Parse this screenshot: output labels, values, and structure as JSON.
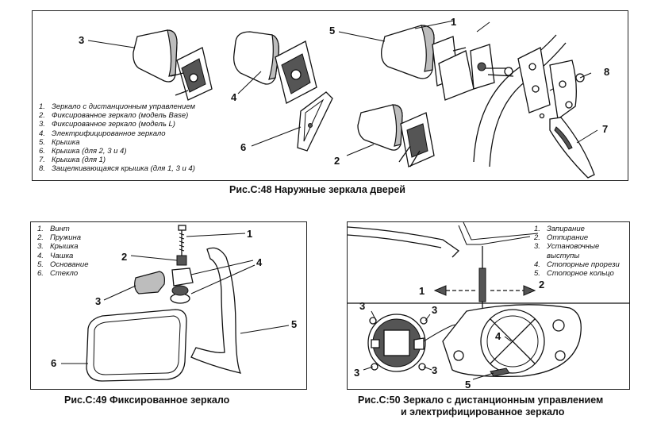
{
  "fig48": {
    "caption": "Рис.С:48 Наружные зеркала дверей",
    "legend": [
      {
        "n": "1.",
        "t": "Зеркало с дистанционным управлением"
      },
      {
        "n": "2.",
        "t": "Фиксированное зеркало (модель Base)"
      },
      {
        "n": "3.",
        "t": "Фиксированное зеркало (модель L)"
      },
      {
        "n": "4.",
        "t": "Электрифицированное зеркало"
      },
      {
        "n": "5.",
        "t": "Крышка"
      },
      {
        "n": "6.",
        "t": "Крышка (для 2, 3 и 4)"
      },
      {
        "n": "7.",
        "t": "Крышка (для 1)"
      },
      {
        "n": "8.",
        "t": "Защелкивающаяся крышка (для 1, 3 и 4)"
      }
    ],
    "callouts": [
      "1",
      "2",
      "3",
      "4",
      "5",
      "6",
      "7",
      "8"
    ]
  },
  "fig49": {
    "caption": "Рис.С:49 Фиксированное зеркало",
    "legend": [
      {
        "n": "1.",
        "t": "Винт"
      },
      {
        "n": "2.",
        "t": "Пружина"
      },
      {
        "n": "3.",
        "t": "Крышка"
      },
      {
        "n": "4.",
        "t": "Чашка"
      },
      {
        "n": "5.",
        "t": "Основание"
      },
      {
        "n": "6.",
        "t": "Стекло"
      }
    ],
    "callouts": [
      "1",
      "2",
      "3",
      "4",
      "5",
      "6"
    ]
  },
  "fig50": {
    "caption_line1": "Рис.С:50 Зеркало с дистанционным управлением",
    "caption_line2": "и электрифицированное зеркало",
    "legend": [
      {
        "n": "1.",
        "t": "Запирание"
      },
      {
        "n": "2.",
        "t": "Отпирание"
      },
      {
        "n": "3.",
        "t": "Установочные"
      },
      {
        "n": "",
        "t": "выступы"
      },
      {
        "n": "4.",
        "t": "Стопорные прорези"
      },
      {
        "n": "5.",
        "t": "Стопорное кольцо"
      }
    ],
    "callouts": [
      "1",
      "2",
      "3",
      "3",
      "3",
      "3",
      "4",
      "5"
    ]
  }
}
